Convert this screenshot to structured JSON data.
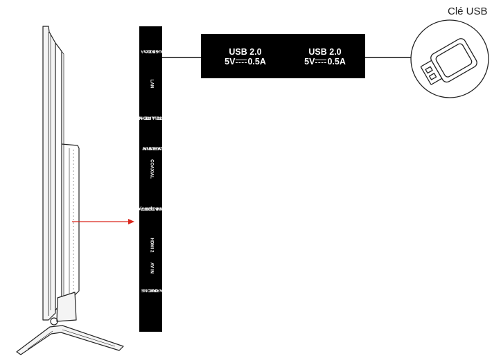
{
  "callout_title": "Clé USB",
  "panel_labels": [
    {
      "id": "usb",
      "lines": [
        "USB 2.0",
        "5V ⎓ 500mA"
      ]
    },
    {
      "id": "lan",
      "lines": [
        "LAN"
      ]
    },
    {
      "id": "satellite",
      "lines": [
        "SATELLITE IN",
        "13/18V ⎓ 400mA"
      ]
    },
    {
      "id": "antenna",
      "lines": [
        "ANTENNA/",
        "CABLE IN"
      ]
    },
    {
      "id": "coaxial",
      "lines": [
        "COAXIAL"
      ]
    },
    {
      "id": "ci",
      "lines": [
        "COMMON INTERFACE(CI)",
        "HDMI 1(ARC)"
      ]
    },
    {
      "id": "hdmi2",
      "lines": [
        "HDMI 2"
      ]
    },
    {
      "id": "avin",
      "lines": [
        "AV IN"
      ]
    },
    {
      "id": "earphone",
      "lines": [
        "EARPHONE",
        "OUT"
      ]
    }
  ],
  "usb_specs": [
    {
      "name": "USB 2.0",
      "voltage": "5V",
      "current": "0.5A"
    },
    {
      "name": "USB 2.0",
      "voltage": "5V",
      "current": "0.5A"
    }
  ],
  "colors": {
    "arrow": "#d9261c",
    "panel": "#000000",
    "line": "#111111"
  },
  "icons": [
    "usb-stick-icon"
  ]
}
